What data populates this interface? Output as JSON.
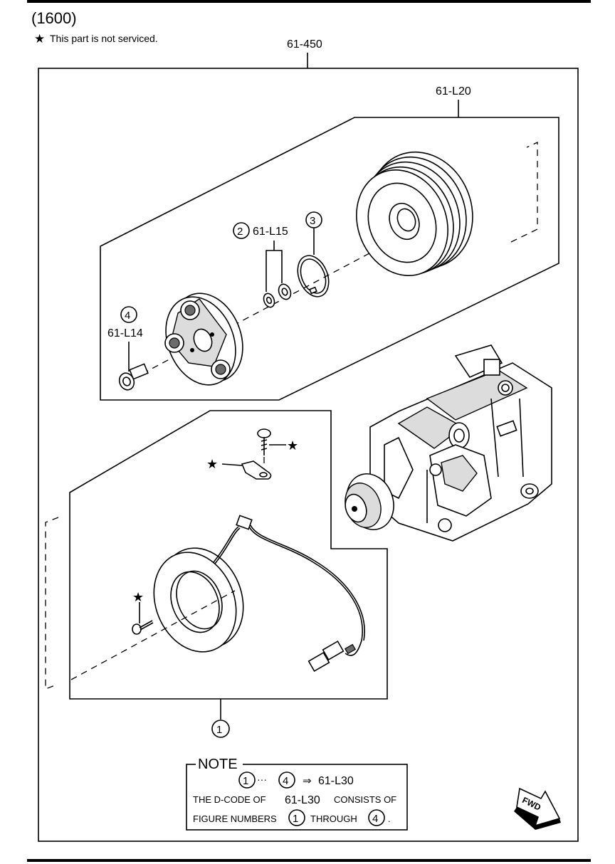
{
  "header": {
    "code": "(1600)",
    "note_symbol": "★",
    "note_text": "This part is not serviced."
  },
  "callouts": {
    "assembly": "61-450",
    "clutch_kit": "61-L20",
    "washer_set": "61-L15",
    "bolt": "61-L14",
    "fig2": "2",
    "fig3": "3",
    "fig4": "4",
    "fig1": "1",
    "star": "★"
  },
  "note_box": {
    "title": "NOTE",
    "range_start": "1",
    "range_sep": "···",
    "range_end": "4",
    "arrow": "⇒",
    "range_target": "61-L30",
    "line2_prefix": "THE D-CODE OF",
    "line2_code": "61-L30",
    "line2_suffix": "CONSISTS OF",
    "line3_prefix": "FIGURE NUMBERS",
    "line3_from": "1",
    "line3_mid": "THROUGH",
    "line3_to": "4",
    "line3_end": "."
  },
  "fwd_label": "FWD"
}
